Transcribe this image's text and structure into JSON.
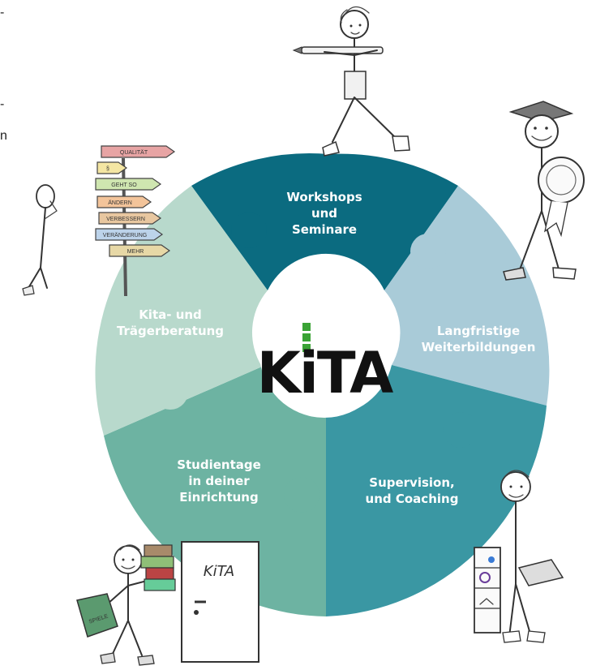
{
  "edge_text": {
    "top_fragment": "-",
    "middle_fragment": "-",
    "middle_fragment_2": "n"
  },
  "logo": {
    "text": "KiTA",
    "accent": "#3aa335"
  },
  "segments": [
    {
      "id": "workshops",
      "lines": [
        "Workshops",
        "und",
        "Seminare"
      ],
      "color": "#0b6b80"
    },
    {
      "id": "langfristig",
      "lines": [
        "Langfristige",
        "Weiterbildungen"
      ],
      "color": "#a9cbd8"
    },
    {
      "id": "supervision",
      "lines": [
        "Supervision,",
        "und Coaching"
      ],
      "color": "#3a97a3"
    },
    {
      "id": "studientage",
      "lines": [
        "Studientage",
        "in deiner",
        "Einrichtung"
      ],
      "color": "#6db3a2"
    },
    {
      "id": "beratung",
      "lines": [
        "Kita- und",
        "Trägerberatung"
      ],
      "color": "#b8d9cc"
    }
  ],
  "signpost": [
    "QUALITÄT",
    "§",
    "GEHT SO",
    "ÄNDERN",
    "VERBESSERN",
    "VERÄNDERUNG",
    "MEHR"
  ],
  "door_sign": "KiTA",
  "bag_label": "SPIELE"
}
